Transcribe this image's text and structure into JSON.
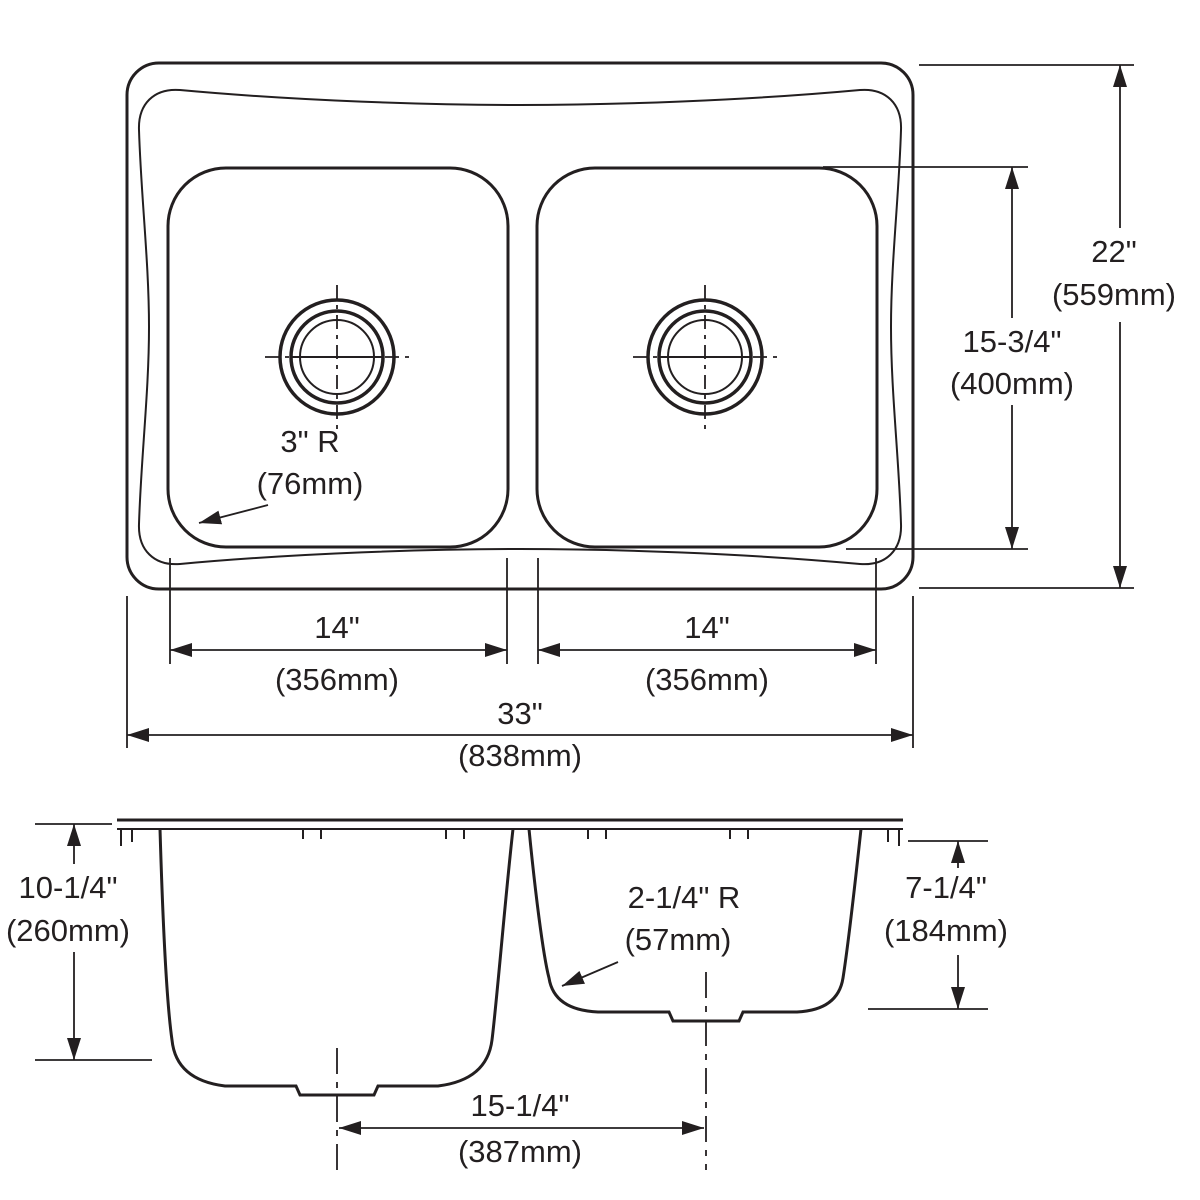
{
  "drawing": {
    "top_view": {
      "overall_height_in": "22\"",
      "overall_height_mm": "(559mm)",
      "bowl_length_in": "15-3/4\"",
      "bowl_length_mm": "(400mm)",
      "corner_radius_in": "3\" R",
      "corner_radius_mm": "(76mm)",
      "left_bowl_width_in": "14\"",
      "left_bowl_width_mm": "(356mm)",
      "right_bowl_width_in": "14\"",
      "right_bowl_width_mm": "(356mm)",
      "overall_width_in": "33\"",
      "overall_width_mm": "(838mm)"
    },
    "front_view": {
      "left_bowl_depth_in": "10-1/4\"",
      "left_bowl_depth_mm": "(260mm)",
      "right_bowl_depth_in": "7-1/4\"",
      "right_bowl_depth_mm": "(184mm)",
      "bowl_corner_radius_in": "2-1/4\" R",
      "bowl_corner_radius_mm": "(57mm)",
      "drain_spacing_in": "15-1/4\"",
      "drain_spacing_mm": "(387mm)"
    }
  }
}
